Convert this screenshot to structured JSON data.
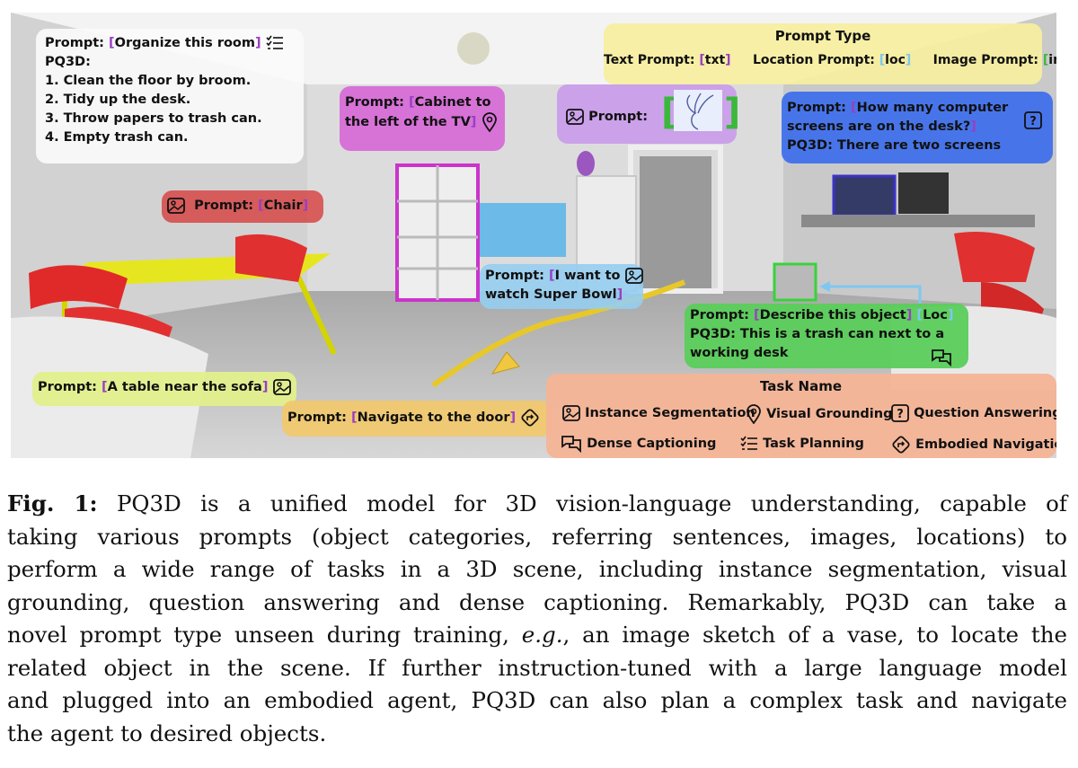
{
  "colors": {
    "bracket": "#9a3fc4",
    "organize_box": "#fafafa",
    "cabinet_box": "#d65ad6",
    "image_box": "#c896eb",
    "prompt_type_box": "#f6eea0",
    "question_box": "#3c6eeb",
    "chair_box": "#d74646",
    "superbowl_box": "#96cdf0",
    "describe_box": "#5acd5a",
    "table_box": "#e1f08c",
    "navigate_box": "#f0c86e",
    "task_box": "#f4b496"
  },
  "organize": {
    "prompt_label": "Prompt: ",
    "bracket_open": "[",
    "prompt_text": "Organize this room",
    "bracket_close": "]",
    "icon": "task-planning-icon",
    "model_label": "PQ3D:",
    "steps": [
      "1. Clean the floor by broom.",
      "2. Tidy up the desk.",
      "3. Throw papers to trash can.",
      "4. Empty trash can."
    ]
  },
  "cabinet": {
    "prompt_label": "Prompt: ",
    "bracket_open": "[",
    "line1": "Cabinet to",
    "line2": "the left of the TV",
    "bracket_close": "]",
    "icon": "visual-grounding-icon"
  },
  "image_prompt": {
    "label": "Prompt:",
    "bracket_open": "[",
    "bracket_close": "]",
    "icon": "instance-segmentation-icon",
    "thumbnail": "vase-sketch-image"
  },
  "prompt_type": {
    "title": "Prompt Type",
    "text_label": "Text Prompt: ",
    "text_bracket_open": "[",
    "text_value": "txt",
    "text_bracket_close": "]",
    "location_label": "Location Prompt: ",
    "location_bracket_open": "[",
    "location_value": "loc",
    "location_bracket_close": "]",
    "image_label": "Image Prompt: ",
    "image_bracket_open": "[",
    "image_value": "img",
    "image_bracket_close": "]"
  },
  "question": {
    "prompt_label": "Prompt: ",
    "bracket_open": "[",
    "line1": "How many computer",
    "line2": "screens are on the desk?",
    "bracket_close": "]",
    "answer": "PQ3D: There are two screens",
    "icon": "question-answering-icon"
  },
  "chair": {
    "prompt_label": "Prompt: ",
    "bracket_open": "[",
    "prompt_text": "Chair",
    "bracket_close": "]",
    "icon": "instance-segmentation-icon"
  },
  "superbowl": {
    "prompt_label": "Prompt: ",
    "bracket_open": "[",
    "line1": "I want to",
    "line2": "watch Super Bowl",
    "bracket_close": "]",
    "icon": "instance-segmentation-icon"
  },
  "describe": {
    "prompt_label": "Prompt: ",
    "bracket_open": "[",
    "prompt_text": "Describe this object",
    "bracket_close": "]",
    "loc_bracket_open": "[",
    "loc_text": "Loc",
    "loc_bracket_close": "]",
    "answer_line1": "PQ3D: This is a trash can next to a",
    "answer_line2": "working desk",
    "icon": "dense-captioning-icon"
  },
  "table": {
    "prompt_label": "Prompt: ",
    "bracket_open": "[",
    "prompt_text": "A table near the sofa",
    "bracket_close": "]",
    "icon": "instance-segmentation-icon"
  },
  "navigate": {
    "prompt_label": "Prompt: ",
    "bracket_open": "[",
    "prompt_text": "Navigate to the door",
    "bracket_close": "]",
    "icon": "embodied-navigation-icon"
  },
  "tasks": {
    "title": "Task Name",
    "items": [
      {
        "label": "Instance Segmentation",
        "icon": "instance-segmentation-icon"
      },
      {
        "label": "Visual Grounding",
        "icon": "visual-grounding-icon"
      },
      {
        "label": "Question Answering",
        "icon": "question-answering-icon"
      },
      {
        "label": "Dense Captioning",
        "icon": "dense-captioning-icon"
      },
      {
        "label": "Task Planning",
        "icon": "task-planning-icon"
      },
      {
        "label": "Embodied Navigation",
        "icon": "embodied-navigation-icon"
      }
    ]
  },
  "caption": {
    "fig_label": "Fig. 1:",
    "line1": " PQ3D is a unified model for 3D vision-language understanding, capable of",
    "line2": "taking various prompts (object categories, referring sentences, images, locations) to",
    "line3": "perform a wide range of tasks in a 3D scene, including instance segmentation, visual",
    "line4": "grounding, question answering and dense captioning. Remarkably, PQ3D can take a",
    "line5_pre": "novel prompt type unseen during training, ",
    "line5_em": "e.g.",
    "line5_post": ", an image sketch of a vase, to locate the",
    "line6": "related object in the scene. If further instruction-tuned with a large language model",
    "line7": "and plugged into an embodied agent, PQ3D can also plan a complex task and navigate",
    "line8": "the agent to desired objects."
  }
}
